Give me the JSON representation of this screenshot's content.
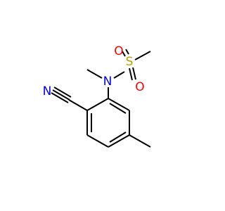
{
  "molecule": {
    "atoms": {
      "nitrile_n": {
        "symbol": "N",
        "color": "#0000ff"
      },
      "sulfonamide_n": {
        "symbol": "N",
        "color": "#0000ff"
      },
      "sulfur": {
        "symbol": "S",
        "color": "#b2a200"
      },
      "oxygen_top": {
        "symbol": "O",
        "color": "#ff0000"
      },
      "oxygen_bottom": {
        "symbol": "O",
        "color": "#ff0000"
      }
    },
    "bond_color": "#000000",
    "background": "#ffffff"
  }
}
